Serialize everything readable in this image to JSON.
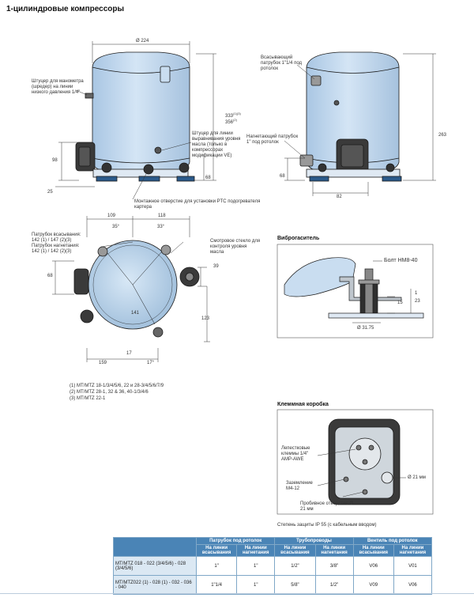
{
  "page_title": "1-цилиндровые компрессоры",
  "front_view": {
    "dia": "Ø 224",
    "gauge_label": "Штуцер для манометра (шредер) на линии низкого давления 1/4\"",
    "oil_label": "Штуцер для линии выравнивания уровня масла (только в компрессорах модификации VE)",
    "heater_label": "Монтажное отверстие для установки PTC подогревателя картера",
    "dim_98": "98",
    "dim_25": "25",
    "dim_68": "68",
    "dim_333": "333",
    "dim_333_sup": "(1)(3)",
    "dim_356": "356",
    "dim_356_sup": "(2)"
  },
  "side_view": {
    "suction_label": "Всасывающий патрубок 1\"1/4 под ротолок",
    "discharge_label": "Нагнетающий патрубок 1\" под ротолок",
    "dim_263": "263",
    "dim_68": "68",
    "dim_82": "82"
  },
  "top_view": {
    "dim_109": "109",
    "dim_118": "118",
    "ang_35": "35°",
    "ang_33": "33°",
    "suction_label": "Патрубок всасывания:",
    "suction_sizes": "142 (1) / 147 (2)(3)",
    "discharge_label": "Патрубок нагнетания:",
    "discharge_sizes": "142 (1) / 142 (2)(3)",
    "sight_glass_label": "Смотровое стекло для контроля уровня масла",
    "dim_68": "68",
    "dim_39": "39",
    "dim_141": "141",
    "dim_123": "123",
    "dim_17a": "17",
    "dim_159": "159",
    "dim_17b": "17°"
  },
  "footnotes": [
    "(1)  MT/MTZ 18-1/3/4/5/6, 22 и 28-3/4/5/6/7/9",
    "(2)  MT/MTZ  28-1, 32 & 36, 40-1/3/4/6",
    "(3)  MT/MTZ 22-1"
  ],
  "vibro": {
    "heading": "Виброгаситель",
    "bolt": "Болт HM8-40",
    "dim_15": "15",
    "dim_23": "23",
    "dim_1": "1",
    "dia": "Ø 31.75"
  },
  "terminal_box": {
    "heading": "Клеммная коробка",
    "terminals_label": "Лепестковые клеммы 1/4\" AMP-AWE",
    "ground_label": "Заземление М4-12",
    "knockout_label": "Пробивное отверстие Ø 21 мм",
    "dia_label": "Ø 21 мм",
    "protection": "Степень защиты IP 55 (с кабельным вводом)"
  },
  "table": {
    "groups": [
      "Патрубок под ротолок",
      "Трубопроводы",
      "Вентиль под ротолок"
    ],
    "subheaders": [
      "На линии всасывания",
      "На линии нагнетания",
      "На линии всасывания",
      "На линии нагнетания",
      "На линии всасывания",
      "На линии нагнетания"
    ],
    "rows": [
      {
        "model": "MT/MTZ 018 - 022 (3/4/5/6) - 028 (3/4/5/6)",
        "cells": [
          "1\"",
          "1\"",
          "1/2\"",
          "3/8\"",
          "V06",
          "V01"
        ]
      },
      {
        "model": "MT/MTZ022 (1) - 028 (1) - 032 - 036 - 040",
        "cells": [
          "1\"1/4",
          "1\"",
          "5/8\"",
          "1/2\"",
          "V09",
          "V06"
        ]
      }
    ]
  },
  "colors": {
    "body": "#c9ddf0",
    "body_stroke": "#1a1a1a",
    "table_head": "#4a84b6",
    "table_row": "#dbe8f3"
  }
}
